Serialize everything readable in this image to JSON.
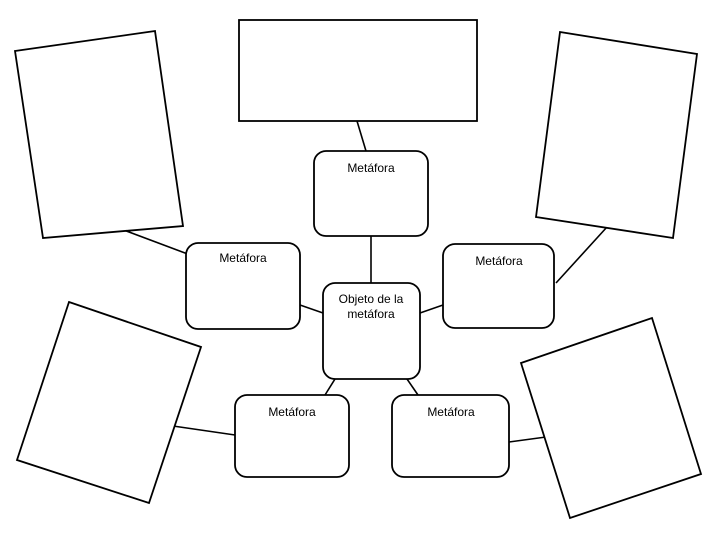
{
  "diagram": {
    "center": {
      "line1": "Objeto de la",
      "line2": "metáfora"
    },
    "metaphors": [
      {
        "label": "Metáfora"
      },
      {
        "label": "Metáfora"
      },
      {
        "label": "Metáfora"
      },
      {
        "label": "Metáfora"
      },
      {
        "label": "Metáfora"
      }
    ]
  },
  "colors": {
    "stroke": "#000000",
    "fill": "#ffffff"
  }
}
